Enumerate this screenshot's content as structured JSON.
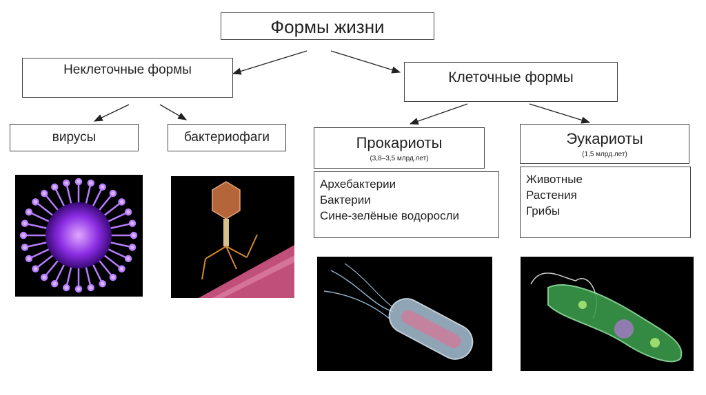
{
  "title": "Формы жизни",
  "noncellular": {
    "label": "Неклеточные формы",
    "children": [
      "вирусы",
      "бактериофаги"
    ]
  },
  "cellular": {
    "label": "Клеточные формы",
    "prokaryotes": {
      "label": "Прокариоты",
      "age": "(3,8–3,5 млрд.лет)",
      "items": [
        "Архебактерии",
        "Бактерии",
        "Сине-зелёные водоросли"
      ]
    },
    "eukaryotes": {
      "label": "Эукариоты",
      "age": "(1,5 млрд.лет)",
      "items": [
        "Животные",
        "Растения",
        "Грибы"
      ]
    }
  },
  "images": [
    "virus-image",
    "bacteriophage-image",
    "bacterium-image",
    "euglena-image"
  ]
}
